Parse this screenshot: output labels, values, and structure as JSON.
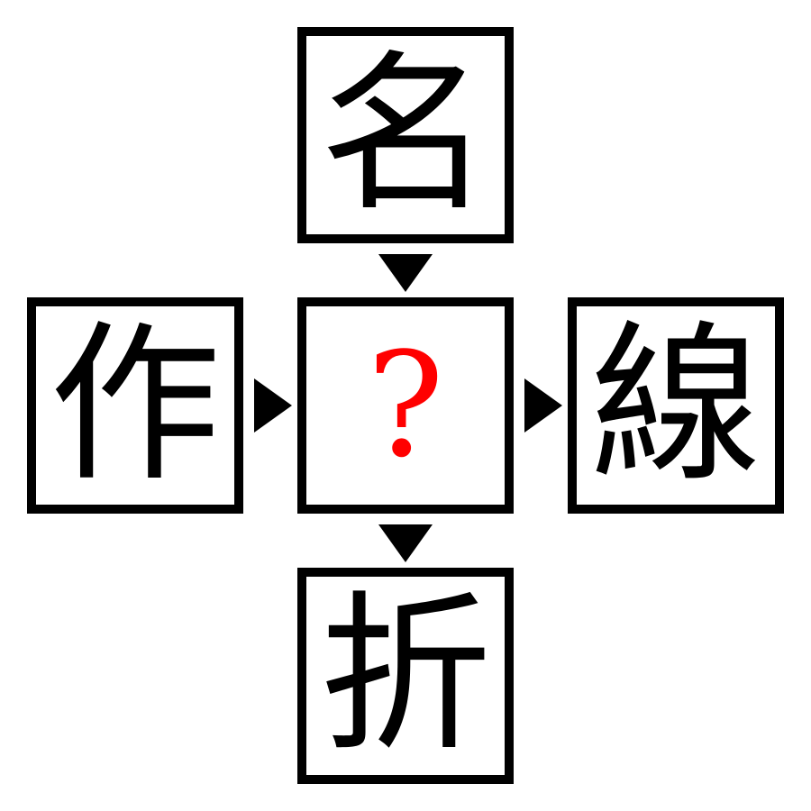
{
  "puzzle": {
    "top": "名",
    "left": "作",
    "center": "?",
    "right": "線",
    "bottom": "折"
  },
  "colors": {
    "border": "#000000",
    "text": "#000000",
    "question_mark": "#ff0000",
    "background": "#ffffff"
  },
  "icons": {
    "top_to_center": "arrow-down-icon",
    "center_to_bottom": "arrow-down-icon",
    "left_to_center": "arrow-right-icon",
    "center_to_right": "arrow-right-icon"
  }
}
